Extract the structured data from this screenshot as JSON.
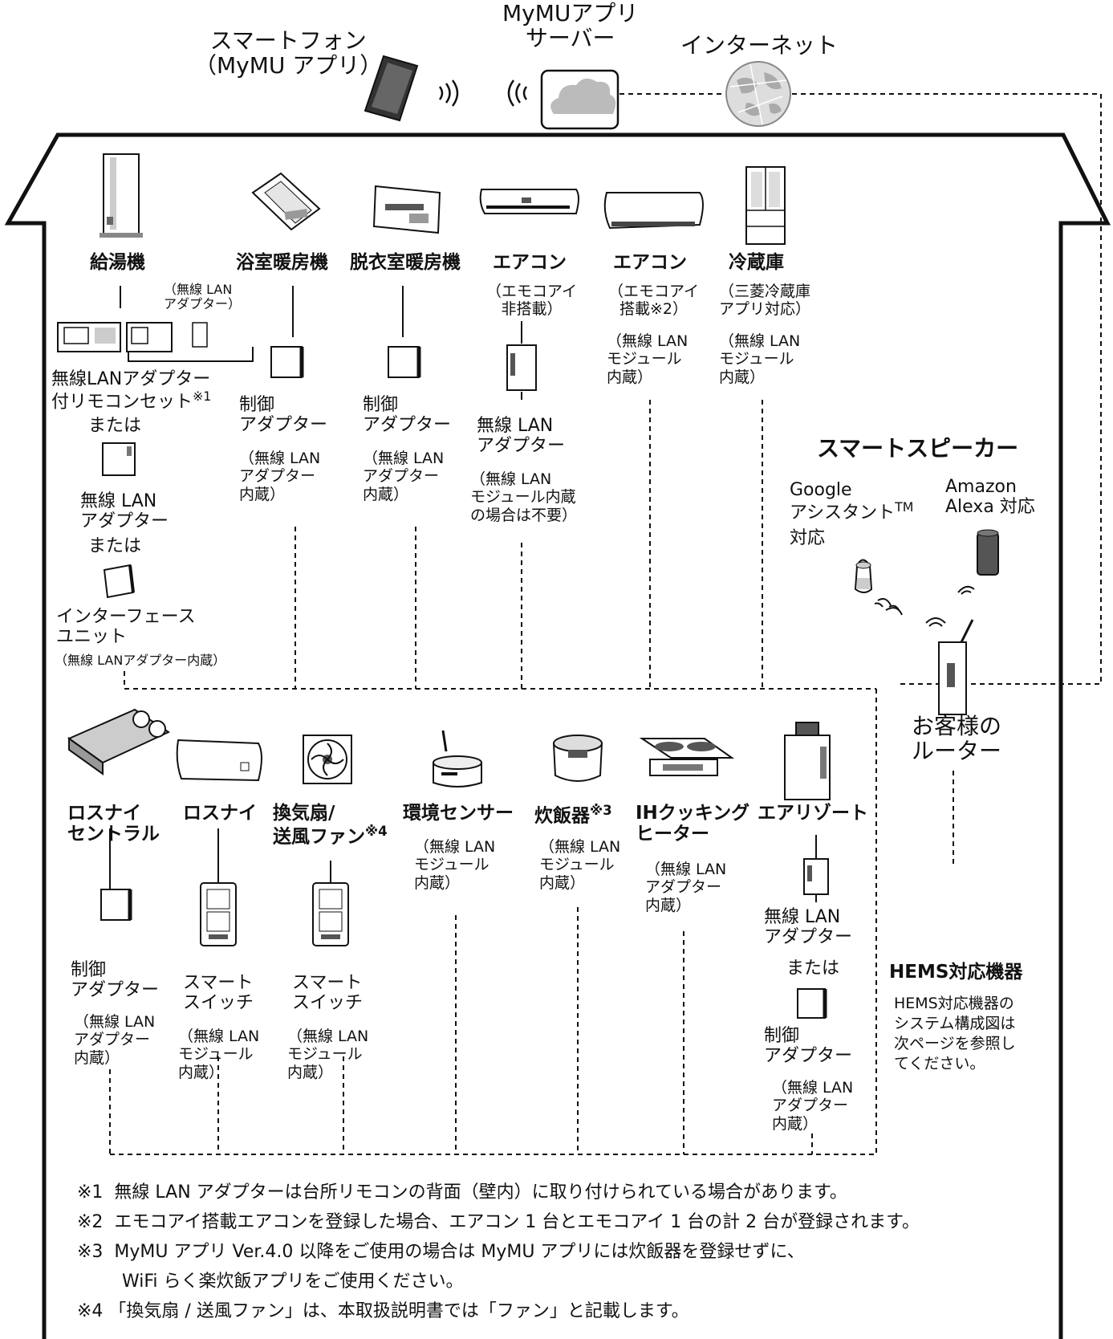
{
  "top": {
    "smartphone": "スマートフォン\n（MyMU アプリ）",
    "server": "MyMUアプリ\nサーバー",
    "internet": "インターネット"
  },
  "devices_upper": {
    "water_heater": "給湯機",
    "wlan_adapter_small": "（無線 LAN\nアダプター）",
    "remote_set": "無線LANアダプター\n付リモコンセット",
    "remote_set_note": "※1",
    "or1": "または",
    "wlan_adapter": "無線 LAN\nアダプター",
    "or2": "または",
    "interface_unit": "インターフェース\nユニット",
    "interface_unit_sub": "（無線 LANアダプター内蔵）",
    "bath_heater": "浴室暖房機",
    "dressing_heater": "脱衣室暖房機",
    "control_adapter": "制御\nアダプター",
    "adapter_builtin": "（無線 LAN\nアダプター\n内蔵）",
    "aircon1": "エアコン",
    "aircon1_sub": "（エモコアイ\n非搭載）",
    "aircon1_adapter": "無線 LAN\nアダプター",
    "aircon1_adapter_sub": "（無線 LAN\nモジュール内蔵\nの場合は不要）",
    "aircon2": "エアコン",
    "aircon2_sub": "（エモコアイ\n搭載※2）",
    "module_builtin": "（無線 LAN\nモジュール\n内蔵）",
    "fridge": "冷蔵庫",
    "fridge_sub": "（三菱冷蔵庫\nアプリ対応）"
  },
  "speaker": {
    "title": "スマートスピーカー",
    "google": "Google\nアシスタント",
    "tm": "TM",
    "google_sub": "対応",
    "amazon": "Amazon\nAlexa 対応"
  },
  "router": "お客様の\nルーター",
  "devices_lower": {
    "lossnay_central": "ロスナイ\nセントラル",
    "lossnay": "ロスナイ",
    "fan": "換気扇/\n送風ファン",
    "fan_note": "※4",
    "env_sensor": "環境センサー",
    "rice_cooker": "炊飯器",
    "rice_cooker_note": "※3",
    "ih": "IHクッキング\nヒーター",
    "ih_sub": "（無線 LAN\nアダプター\n内蔵）",
    "air_resort": "エアリゾート",
    "control_adapter": "制御\nアダプター",
    "adapter_builtin": "（無線 LAN\nアダプター\n内蔵）",
    "smart_switch": "スマート\nスイッチ",
    "module_builtin": "（無線 LAN\nモジュール\n内蔵）",
    "wlan_adapter": "無線 LAN\nアダプター",
    "or": "または"
  },
  "hems": {
    "title": "HEMS対応機器",
    "text": "HEMS対応機器の\nシステム構成図は\n次ページを参照し\nてください。"
  },
  "notes": [
    "※1  無線 LAN アダプターは台所リモコンの背面（壁内）に取り付けられている場合があります。",
    "※2  エモコアイ搭載エアコンを登録した場合、エアコン 1 台とエモコアイ 1 台の計 2 台が登録されます。",
    "※3  MyMU アプリ Ver.4.0 以降をご使用の場合は MyMU アプリには炊飯器を登録せずに、",
    "        WiFi らく楽炊飯アプリをご使用ください。",
    "※4 「換気扇 / 送風ファン」は、本取扱説明書では「ファン」と記載します。"
  ]
}
